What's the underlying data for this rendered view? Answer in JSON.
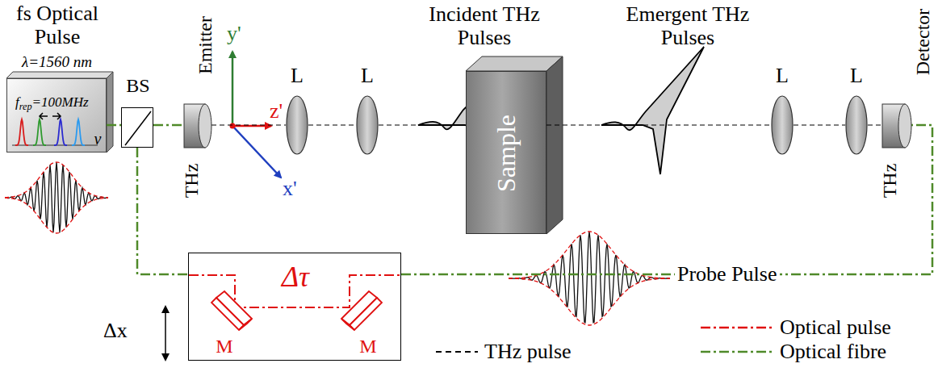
{
  "diagram": {
    "nodes": [
      {
        "text": [
          "fs Optical Pulse",
          "λ=1560 nm",
          "f",
          "rep",
          "=100MHz",
          "ν"
        ]
      },
      {
        "text": [
          "BS"
        ]
      },
      {
        "text": [
          "THz",
          "Emitter"
        ]
      },
      {
        "text": [
          "L"
        ]
      },
      {
        "text": [
          "L"
        ]
      },
      {
        "text": [
          "Sample"
        ]
      },
      {
        "text": [
          "L"
        ]
      },
      {
        "text": [
          "L"
        ]
      },
      {
        "text": [
          "THz",
          "Detector"
        ]
      },
      {
        "text": [
          "Δτ"
        ]
      },
      {
        "text": [
          "M"
        ],
        "in": 9
      },
      {
        "text": [
          "M"
        ],
        "in": 9
      }
    ],
    "edges": [
      {
        "from": 0,
        "to": 1,
        "arrow": "none"
      },
      {
        "from": 1,
        "to": 2,
        "arrow": "none"
      },
      {
        "from": 1,
        "to": 9,
        "arrow": "none"
      },
      {
        "from": 9,
        "to": 8,
        "arrow": "none"
      },
      {
        "from": 2,
        "to": 3,
        "arrow": "none"
      },
      {
        "from": 3,
        "to": 4,
        "arrow": "none"
      },
      {
        "from": 4,
        "to": 5,
        "arrow": "none"
      },
      {
        "from": 5,
        "to": 6,
        "arrow": "none"
      },
      {
        "from": 6,
        "to": 7,
        "arrow": "none"
      },
      {
        "from": 7,
        "to": 8,
        "arrow": "none"
      }
    ],
    "labels": [
      "Incident THz Pulses",
      "Emergent THz Pulses",
      "y'",
      "z'",
      "x'",
      "Δx",
      "Probe Pulse"
    ],
    "legend": [
      {
        "text": "Optical pulse"
      },
      {
        "text": "Optical fibre"
      },
      {
        "text": "THz pulse"
      }
    ]
  }
}
